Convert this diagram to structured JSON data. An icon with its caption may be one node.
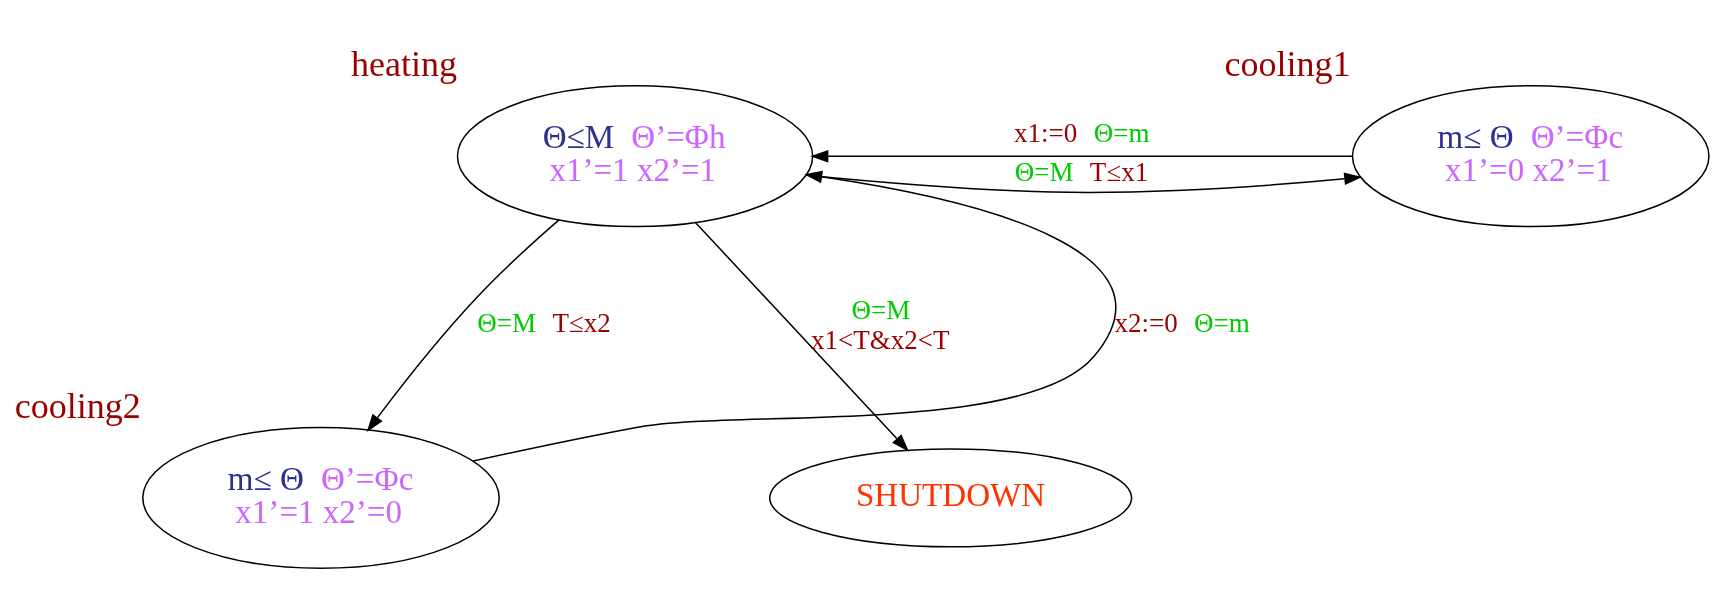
{
  "diagram": {
    "nodes": [
      {
        "text": [
          "Θ≤M",
          "Θ’=Φh",
          "x1’=1 x2’=1"
        ],
        "beside": [
          "heating"
        ]
      },
      {
        "text": [
          "m≤ Θ",
          "Θ’=Φc",
          "x1’=0 x2’=1"
        ],
        "beside": [
          "cooling1"
        ]
      },
      {
        "text": [
          "m≤ Θ",
          "Θ’=Φc",
          "x1’=1 x2’=0"
        ],
        "beside": [
          "cooling2"
        ]
      },
      {
        "text": [
          "SHUTDOWN"
        ]
      }
    ],
    "edges": [
      {
        "from": 0,
        "to": 1,
        "arrow": "to",
        "label": "Θ=M T≤x1"
      },
      {
        "from": 1,
        "to": 0,
        "arrow": "to",
        "label": "x1:=0 Θ=m"
      },
      {
        "from": 0,
        "to": 2,
        "arrow": "to",
        "label": "Θ=M T≤x2"
      },
      {
        "from": 2,
        "to": 0,
        "arrow": "to",
        "label": "x2:=0 Θ=m"
      },
      {
        "from": 0,
        "to": 3,
        "arrow": "to",
        "label": "Θ=M x1<T&x2<T"
      }
    ]
  }
}
